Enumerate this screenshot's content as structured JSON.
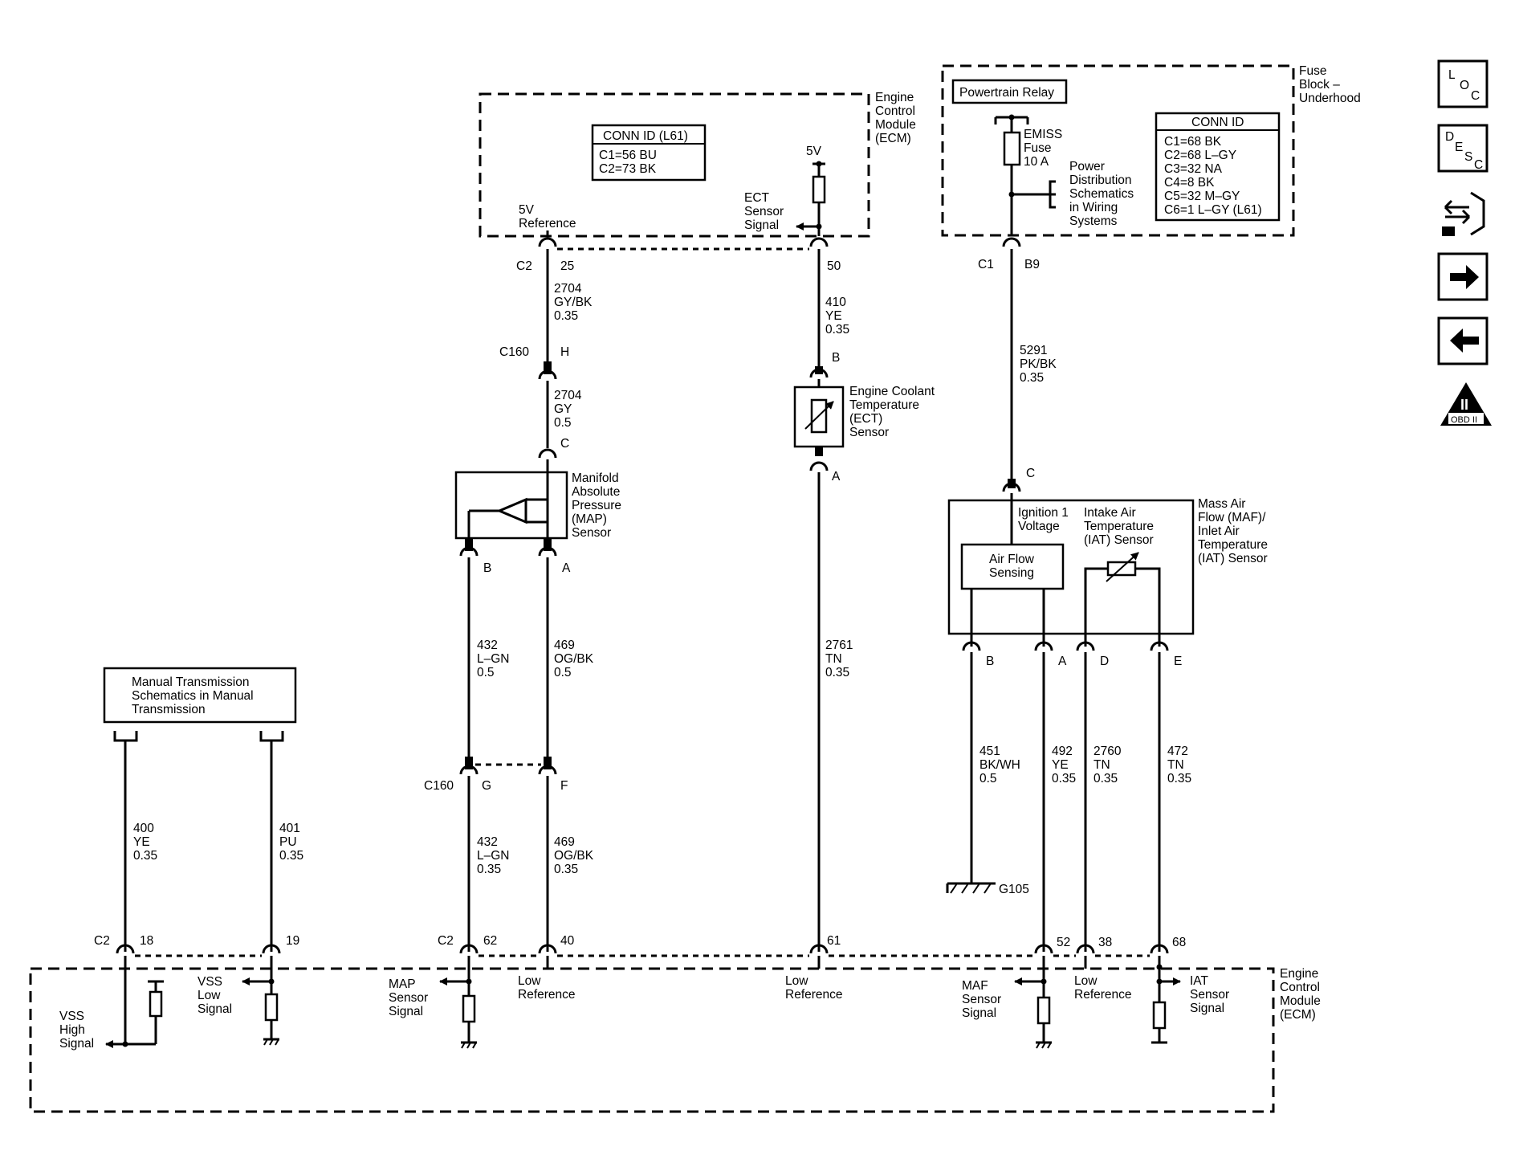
{
  "ecm_top": {
    "name": [
      "Engine",
      "Control",
      "Module",
      "(ECM)"
    ],
    "conn_id_title": "CONN ID (L61)",
    "conn_id_lines": [
      "C1=56 BU",
      "C2=73 BK"
    ],
    "five_v": "5V",
    "ect_signal": [
      "ECT",
      "Sensor",
      "Signal"
    ],
    "five_v_ref": [
      "5V",
      "Reference"
    ],
    "conn_c2": "C2",
    "pin25": "25",
    "pin50": "50"
  },
  "fuse_block": {
    "name": [
      "Fuse",
      "Block –",
      "Underhood"
    ],
    "relay": "Powertrain Relay",
    "fuse": [
      "EMISS",
      "Fuse",
      "10 A"
    ],
    "power_dist": [
      "Power",
      "Distribution",
      "Schematics",
      "in Wiring",
      "Systems"
    ],
    "conn_id_title": "CONN ID",
    "conn_id_lines": [
      "C1=68 BK",
      "C2=68 L–GY",
      "C3=32 NA",
      "C4=8 BK",
      "C5=32 M–GY",
      "C6=1 L–GY (L61)"
    ],
    "conn_c1": "C1",
    "pin_b9": "B9"
  },
  "wires": {
    "w2704a": [
      "2704",
      "GY/BK",
      "0.35"
    ],
    "w2704b": [
      "2704",
      "GY",
      "0.5"
    ],
    "w410": [
      "410",
      "YE",
      "0.35"
    ],
    "w5291": [
      "5291",
      "PK/BK",
      "0.35"
    ],
    "w432a": [
      "432",
      "L–GN",
      "0.5"
    ],
    "w469a": [
      "469",
      "OG/BK",
      "0.5"
    ],
    "w2761": [
      "2761",
      "TN",
      "0.35"
    ],
    "w432b": [
      "432",
      "L–GN",
      "0.35"
    ],
    "w469b": [
      "469",
      "OG/BK",
      "0.35"
    ],
    "w400": [
      "400",
      "YE",
      "0.35"
    ],
    "w401": [
      "401",
      "PU",
      "0.35"
    ],
    "w451": [
      "451",
      "BK/WH",
      "0.5"
    ],
    "w492": [
      "492",
      "YE",
      "0.35"
    ],
    "w2760": [
      "2760",
      "TN",
      "0.35"
    ],
    "w472": [
      "472",
      "TN",
      "0.35"
    ]
  },
  "connectors": {
    "c160": "C160",
    "h": "H",
    "c": "C",
    "b": "B",
    "a": "A",
    "g": "G",
    "f": "F",
    "maf_c": "C",
    "maf_b": "B",
    "maf_a": "A",
    "maf_d": "D",
    "maf_e": "E",
    "ect_b": "B",
    "ect_a": "A",
    "c160_lower": "C160"
  },
  "map_sensor": [
    "Manifold",
    "Absolute",
    "Pressure",
    "(MAP)",
    "Sensor"
  ],
  "ect_sensor": [
    "Engine Coolant",
    "Temperature",
    "(ECT)",
    "Sensor"
  ],
  "maf_sensor": {
    "name": [
      "Mass Air",
      "Flow (MAF)/",
      "Inlet Air",
      "Temperature",
      "(IAT) Sensor"
    ],
    "ign": [
      "Ignition 1",
      "Voltage"
    ],
    "iat": [
      "Intake Air",
      "Temperature",
      "(IAT) Sensor"
    ],
    "flow": [
      "Air Flow",
      "Sensing"
    ]
  },
  "manual_trans": [
    "Manual Transmission",
    "Schematics in Manual",
    "Transmission"
  ],
  "ground": "G105",
  "ecm_bottom": {
    "name": [
      "Engine",
      "Control",
      "Module",
      "(ECM)"
    ],
    "c2_left": "C2",
    "pin18": "18",
    "pin19": "19",
    "c2_mid": "C2",
    "pin62": "62",
    "pin40": "40",
    "pin61": "61",
    "pin52": "52",
    "pin38": "38",
    "pin68": "68",
    "vss_high": [
      "VSS",
      "High",
      "Signal"
    ],
    "vss_low": [
      "VSS",
      "Low",
      "Signal"
    ],
    "map_signal": [
      "MAP",
      "Sensor",
      "Signal"
    ],
    "low_ref1": [
      "Low",
      "Reference"
    ],
    "low_ref2": [
      "Low",
      "Reference"
    ],
    "maf_signal": [
      "MAF",
      "Sensor",
      "Signal"
    ],
    "low_ref3": [
      "Low",
      "Reference"
    ],
    "iat_signal": [
      "IAT",
      "Sensor",
      "Signal"
    ]
  },
  "nav": {
    "loc": [
      "L",
      "O",
      "C"
    ],
    "desc": [
      "D",
      "E",
      "S",
      "C"
    ],
    "obd": "OBD II",
    "obd_num": "II"
  }
}
